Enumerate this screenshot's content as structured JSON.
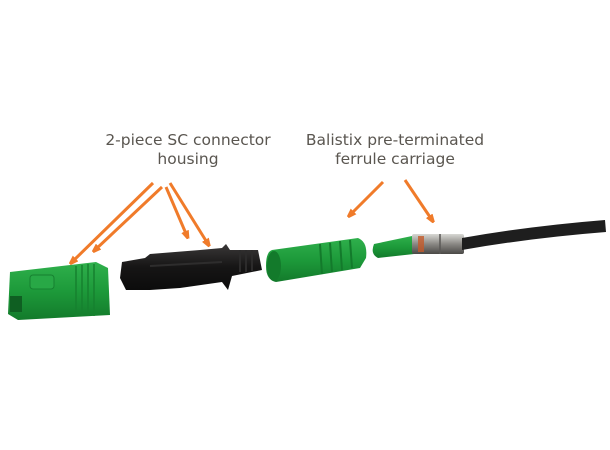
{
  "callouts": {
    "housing": {
      "line1": "2-piece SC connector",
      "line2": "housing"
    },
    "ferrule": {
      "line1": "Balistix pre-terminated",
      "line2": "ferrule carriage"
    }
  },
  "colors": {
    "arrow": "#f07b2a",
    "connector_green": "#1e9a3c",
    "housing_black": "#1b1a1a",
    "cable_black": "#1e1e1e",
    "label_text": "#5a5650",
    "background": "#ffffff"
  },
  "components": [
    "sc-outer-housing",
    "sc-inner-housing",
    "boot",
    "ferrule-carriage",
    "fiber-cable"
  ]
}
